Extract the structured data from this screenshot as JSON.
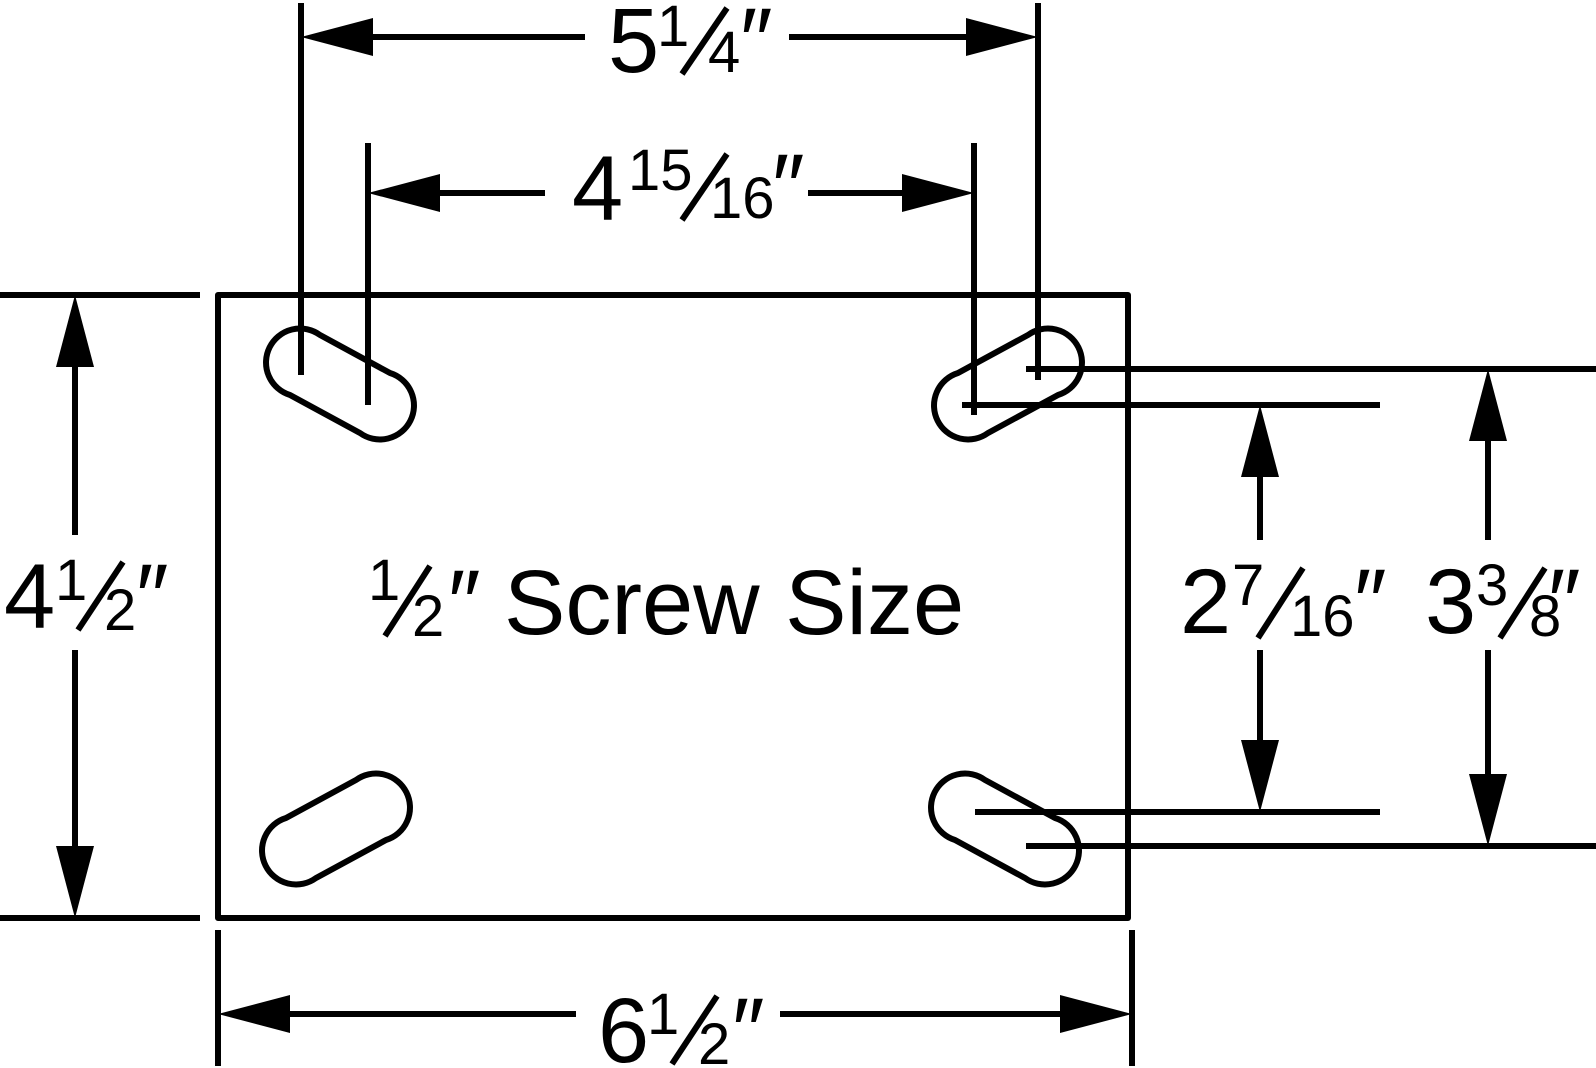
{
  "diagram": {
    "dim_top_outer": {
      "whole": "5",
      "num": "1",
      "den": "4",
      "mark": "″"
    },
    "dim_top_inner": {
      "whole": "4",
      "num": "15",
      "den": "16",
      "mark": "″"
    },
    "dim_left": {
      "whole": "4",
      "num": "1",
      "den": "2",
      "mark": "″"
    },
    "dim_bottom": {
      "whole": "6",
      "num": "1",
      "den": "2",
      "mark": "″"
    },
    "dim_right_inner": {
      "whole": "2",
      "num": "7",
      "den": "16",
      "mark": "″"
    },
    "dim_right_outer": {
      "whole": "3",
      "num": "3",
      "den": "8",
      "mark": "″"
    },
    "center_label": {
      "num": "1",
      "den": "2",
      "mark": "″",
      "text": "Screw Size"
    },
    "colors": {
      "line": "#000000",
      "background": "#ffffff"
    }
  }
}
